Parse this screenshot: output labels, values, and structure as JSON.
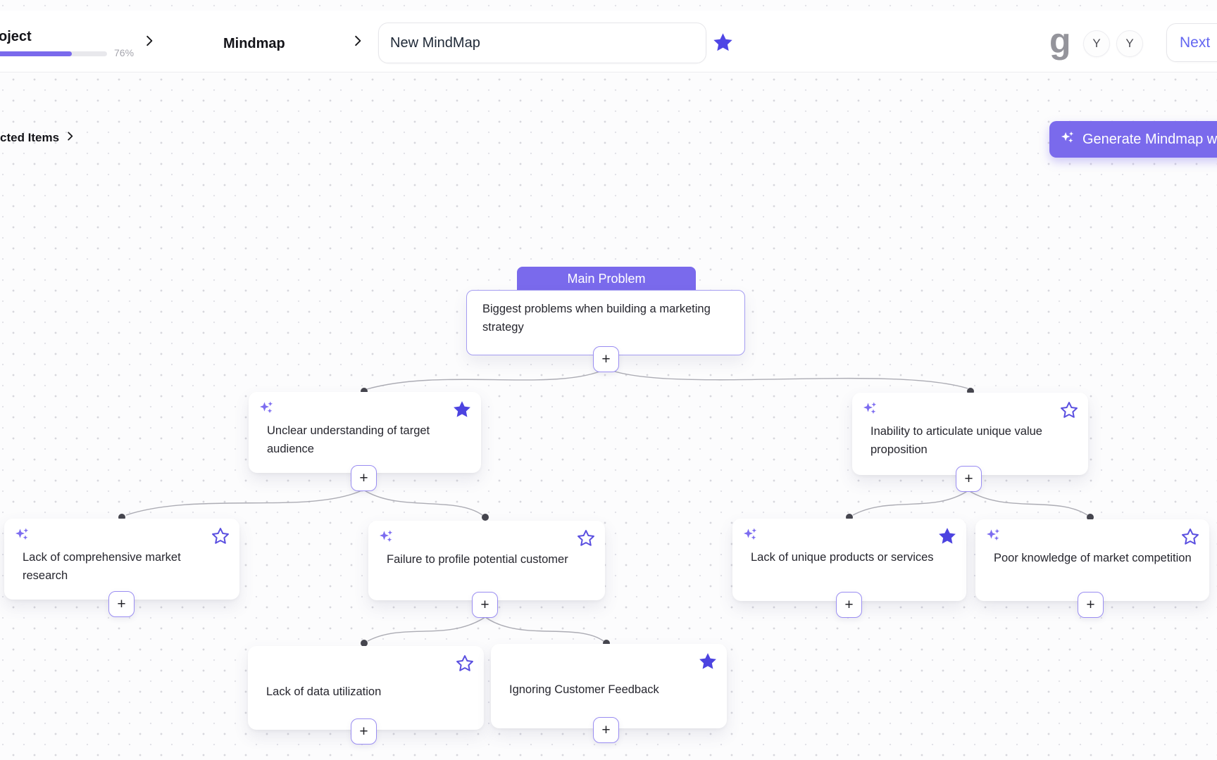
{
  "header": {
    "project_label": "oject",
    "progress_percent": "76%",
    "breadcrumb_mindmap": "Mindmap",
    "title_input_value": "New MindMap",
    "logo_letter": "g",
    "avatars": [
      {
        "initial": "Y"
      },
      {
        "initial": "Y"
      }
    ],
    "next_button_label": "Next"
  },
  "toolbar": {
    "selected_items_label": "cted Items",
    "generate_button_label": "Generate Mindmap w"
  },
  "colors": {
    "accent_purple": "#7A6AEC",
    "star_filled": "#4C43E0",
    "star_outline": "#5A4FE0",
    "node_border": "#A49CF1",
    "connector_gray": "#ACACB4",
    "anchor_dot": "#46464E",
    "canvas_dot": "#D7D7DD"
  },
  "mindmap": {
    "plus_label": "+",
    "root": {
      "tag": "Main Problem",
      "text": "Biggest problems when building a marketing strategy"
    },
    "nodes": [
      {
        "text": "Unclear understanding of target audience",
        "star": "filled",
        "sparkle": true
      },
      {
        "text": "Inability to articulate unique value proposition",
        "star": "outline",
        "sparkle": true
      },
      {
        "text": "Lack of comprehensive market research",
        "star": "outline",
        "sparkle": true
      },
      {
        "text": "Failure to profile potential customer",
        "star": "outline",
        "sparkle": true
      },
      {
        "text": "Lack of unique products or services",
        "star": "filled",
        "sparkle": true
      },
      {
        "text": "Poor knowledge of market competition",
        "star": "outline",
        "sparkle": true
      },
      {
        "text": "Lack of data utilization",
        "star": "outline",
        "sparkle": false
      },
      {
        "text": "Ignoring Customer Feedback",
        "star": "filled",
        "sparkle": false
      }
    ]
  }
}
